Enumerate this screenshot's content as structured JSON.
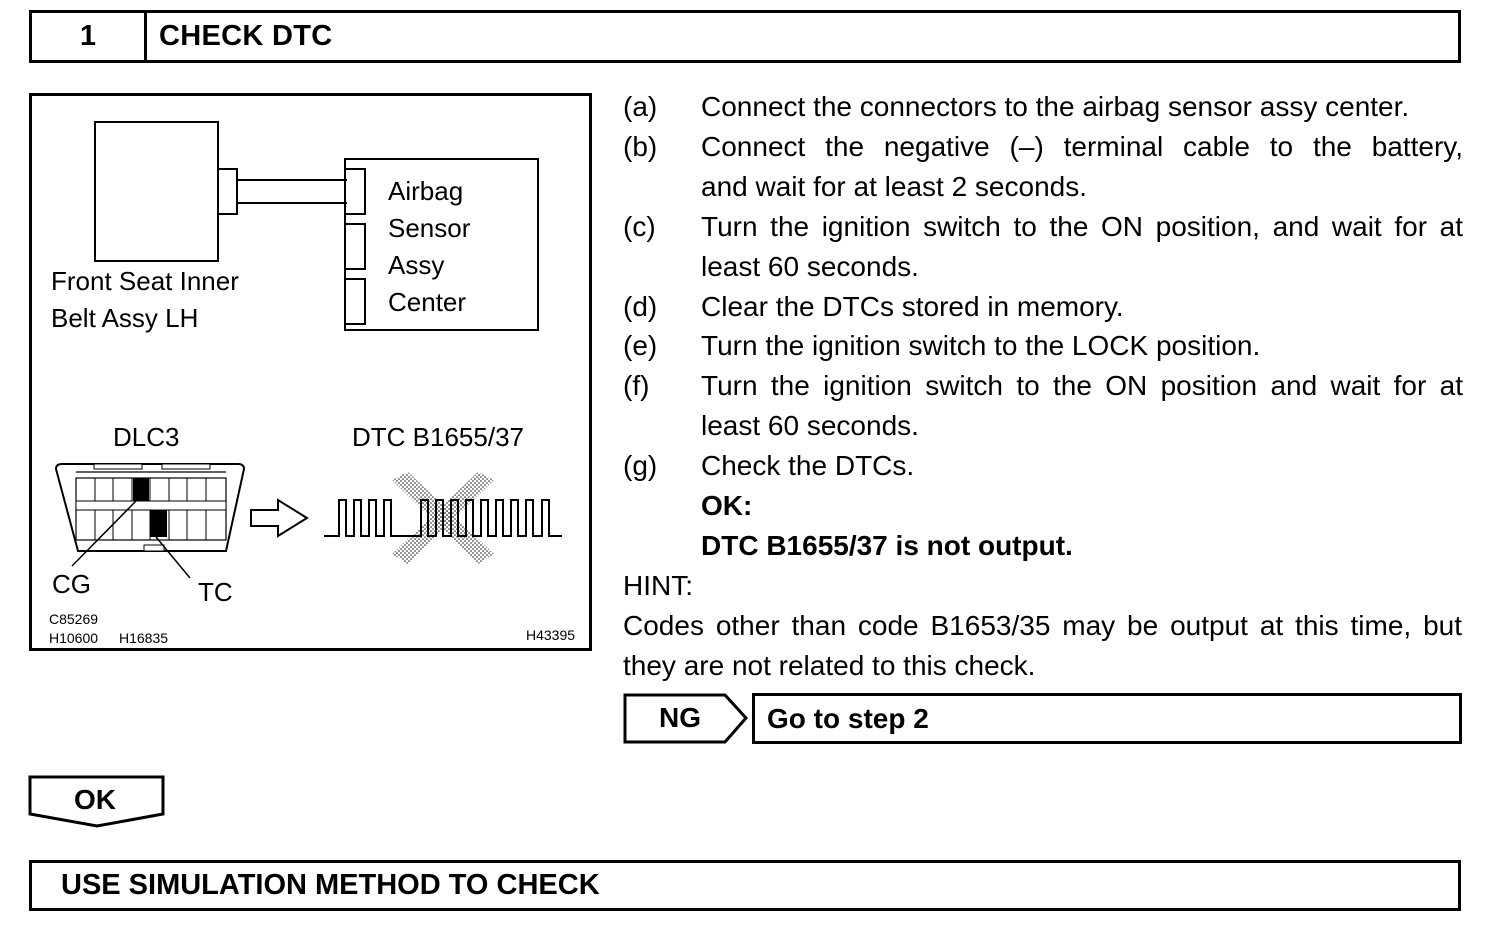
{
  "step": {
    "number": "1",
    "title": "CHECK DTC"
  },
  "figure": {
    "component_label_line1": "Front Seat Inner",
    "component_label_line2": "Belt Assy LH",
    "sensor_label_lines": [
      "Airbag",
      "Sensor",
      "Assy",
      "Center"
    ],
    "dlc_label": "DLC3",
    "dtc_label": "DTC B1655/37",
    "pin_cg": "CG",
    "pin_tc": "TC",
    "codes": {
      "code1": "C85269",
      "code2": "H10600",
      "code3": "H16835",
      "code4": "H43395"
    }
  },
  "instructions": [
    {
      "marker": "(a)",
      "text": "Connect the connectors to the airbag sensor assy center."
    },
    {
      "marker": "(b)",
      "text_line1": "Connect the negative (–) terminal cable to the battery,",
      "text_line2": "and wait for at least 2 seconds."
    },
    {
      "marker": "(c)",
      "text_line1": "Turn the ignition switch to the ON position, and wait for at",
      "text_line2": "least 60 seconds."
    },
    {
      "marker": "(d)",
      "text": "Clear the DTCs stored in memory."
    },
    {
      "marker": "(e)",
      "text": "Turn the ignition switch to the LOCK position."
    },
    {
      "marker": "(f)",
      "text_line1": "Turn the ignition switch to the ON position and wait for at",
      "text_line2": "least 60 seconds."
    },
    {
      "marker": "(g)",
      "text": "Check the DTCs."
    }
  ],
  "ok_condition": {
    "label": "OK:",
    "text": "DTC B1655/37 is not output."
  },
  "hint": {
    "label": "HINT:",
    "line1": "Codes other than code B1653/35 may be output at this time, but",
    "line2": "they are not related to this check."
  },
  "ng_branch": {
    "label": "NG",
    "result": "Go to step 2"
  },
  "ok_branch": {
    "label": "OK"
  },
  "next_step": {
    "title": "USE SIMULATION METHOD TO CHECK"
  }
}
